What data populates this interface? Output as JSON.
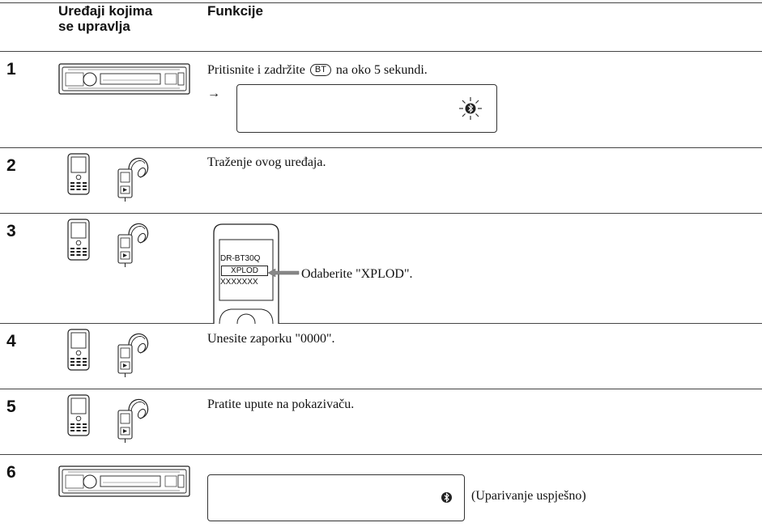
{
  "header": {
    "devices_label_line1": "Uređaji kojima",
    "devices_label_line2": "se upravlja",
    "functions_label": "Funkcije"
  },
  "steps": [
    {
      "number": "1",
      "device": "car-stereo",
      "text_before": "Pritisnite i zadržite",
      "button_label": "BT",
      "text_after": "na oko 5 sekundi.",
      "arrow": "→"
    },
    {
      "number": "2",
      "device": "phone-and-headphones",
      "text": "Traženje ovog uređaja."
    },
    {
      "number": "3",
      "device": "phone-and-headphones",
      "screen_lines": [
        "DR-BT30Q",
        "XPLOD",
        "XXXXXXX"
      ],
      "text": "Odaberite \"XPLOD\"."
    },
    {
      "number": "4",
      "device": "phone-and-headphones",
      "text": "Unesite zaporku \"0000\"."
    },
    {
      "number": "5",
      "device": "phone-and-headphones",
      "text": "Pratite upute na pokazivaču."
    },
    {
      "number": "6",
      "device": "car-stereo",
      "text": "(Uparivanje uspješno)"
    }
  ],
  "icons": {
    "bluetooth_blinking": "bluetooth-blinking-icon",
    "bluetooth": "bluetooth-icon"
  }
}
